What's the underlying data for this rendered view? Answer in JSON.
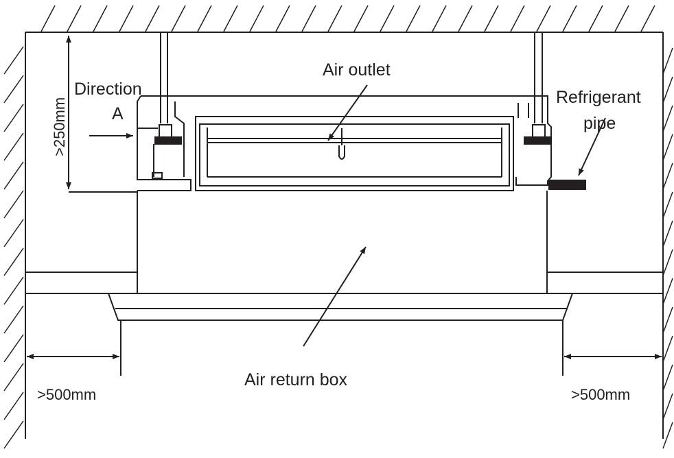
{
  "labels": {
    "air_outlet": "Air outlet",
    "direction": "Direction",
    "direction_letter": "A",
    "refrigerant": "Refrigerant",
    "pipe": "pipe",
    "air_return_box": "Air return box"
  },
  "dimensions": {
    "height_clearance": ">250mm",
    "left_clearance": ">500mm",
    "right_clearance": ">500mm"
  },
  "colors": {
    "line": "#231f20",
    "background": "#ffffff"
  }
}
